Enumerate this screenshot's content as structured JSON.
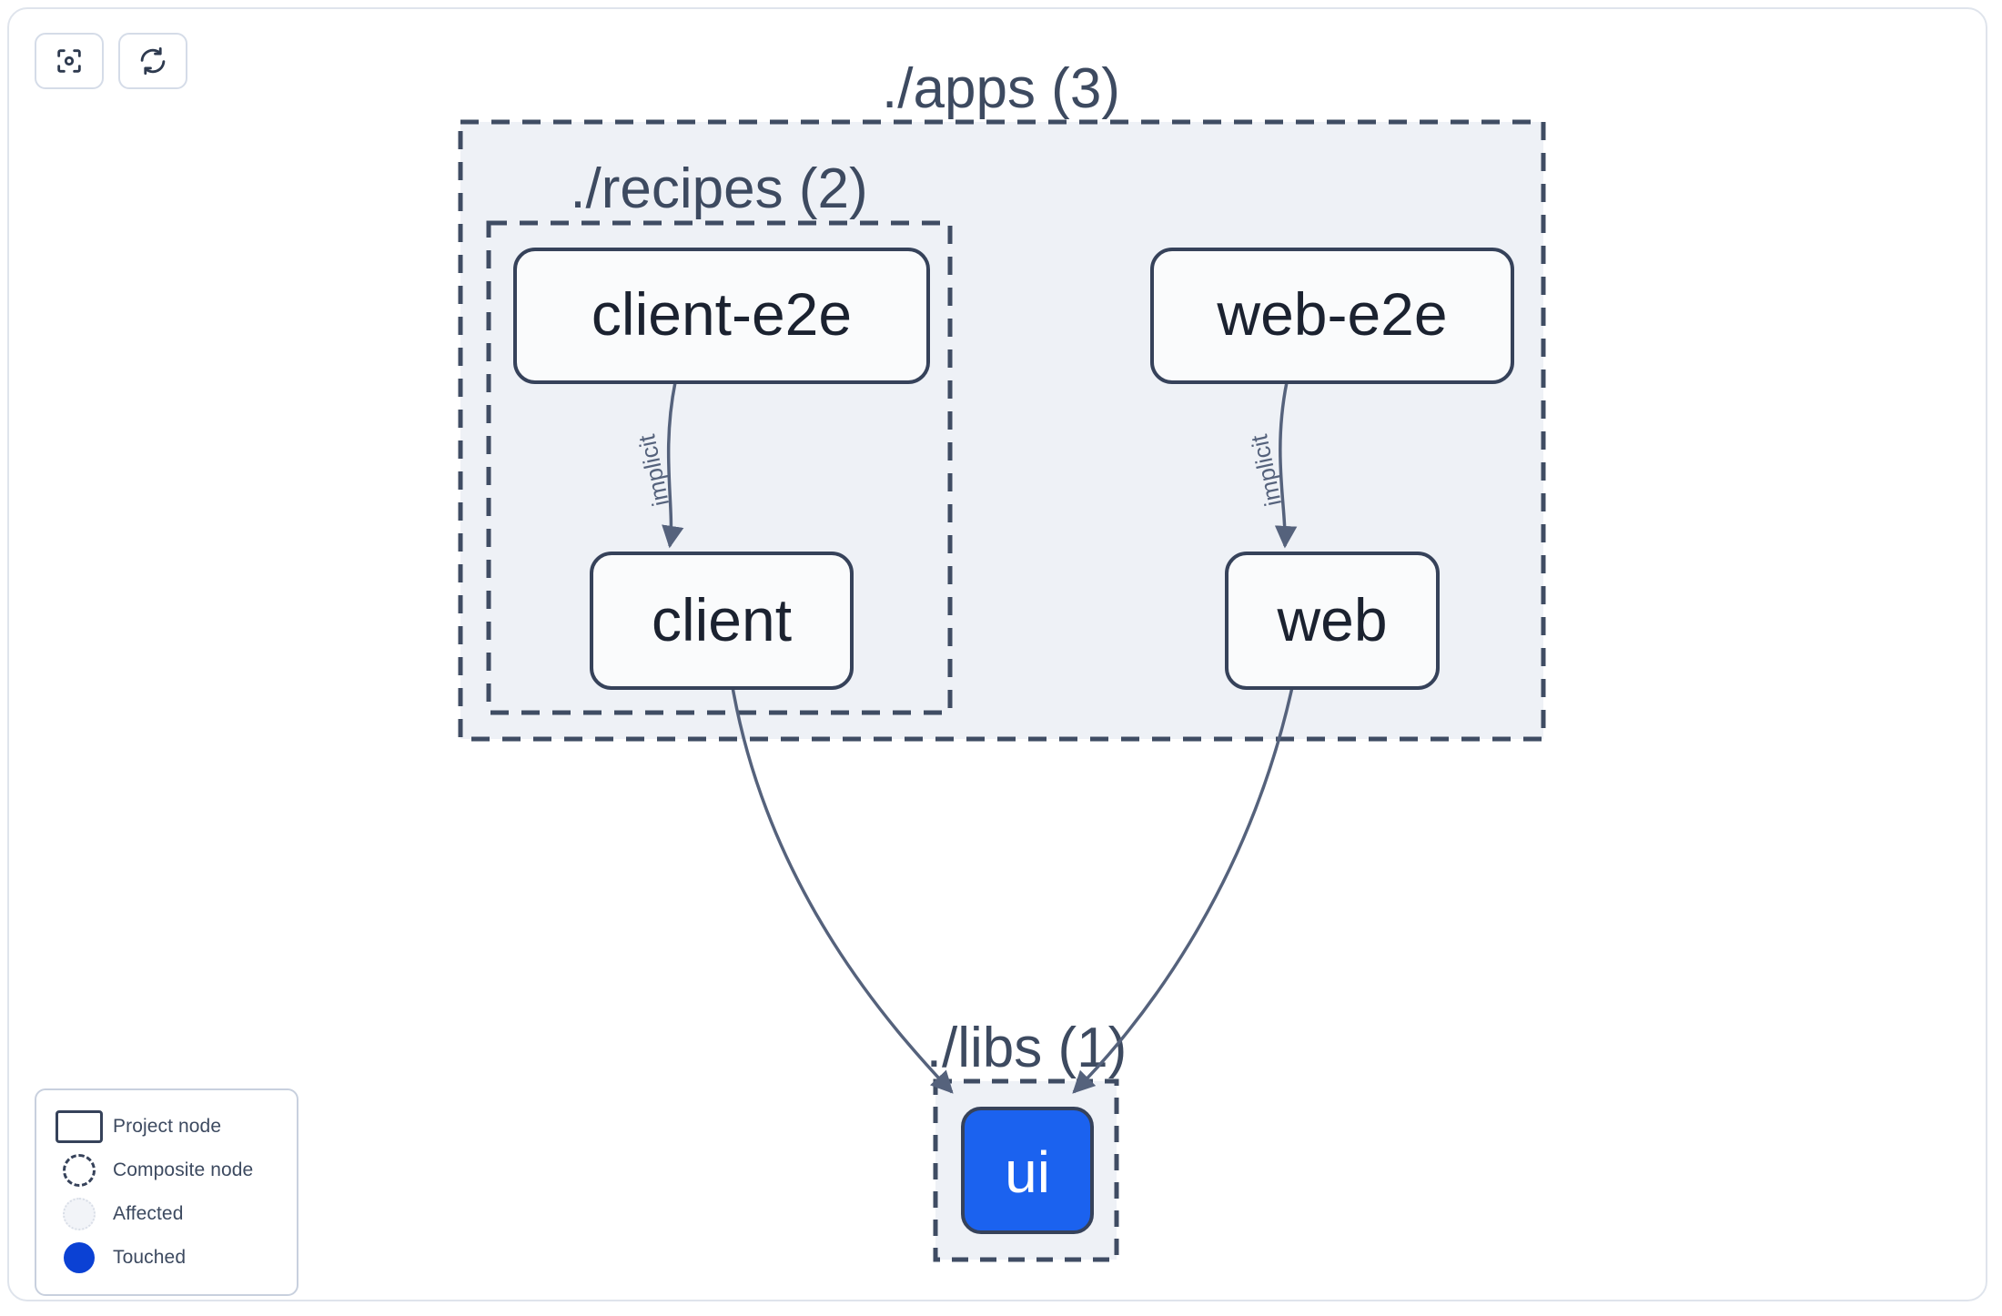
{
  "toolbar": {
    "buttons": [
      {
        "name": "focus-graph-button",
        "icon": "focus-target-icon",
        "title": "Focus graph"
      },
      {
        "name": "refresh-graph-button",
        "icon": "refresh-icon",
        "title": "Refresh graph"
      }
    ]
  },
  "legend": {
    "items": [
      {
        "label": "Project node",
        "swatch": "rect-outline"
      },
      {
        "label": "Composite node",
        "swatch": "dashed-circle"
      },
      {
        "label": "Affected",
        "swatch": "dotted-circle-filled"
      },
      {
        "label": "Touched",
        "swatch": "solid-blue-circle"
      }
    ]
  },
  "graph": {
    "containers": [
      {
        "id": "apps",
        "label": "./apps (3)"
      },
      {
        "id": "recipes",
        "label": "./recipes (2)"
      },
      {
        "id": "libs",
        "label": "./libs (1)"
      }
    ],
    "nodes": [
      {
        "id": "client-e2e",
        "label": "client-e2e",
        "state": "normal"
      },
      {
        "id": "web-e2e",
        "label": "web-e2e",
        "state": "normal"
      },
      {
        "id": "client",
        "label": "client",
        "state": "normal"
      },
      {
        "id": "web",
        "label": "web",
        "state": "normal"
      },
      {
        "id": "ui",
        "label": "ui",
        "state": "touched"
      }
    ],
    "edges": [
      {
        "from": "client-e2e",
        "to": "client",
        "label": "implicit"
      },
      {
        "from": "web-e2e",
        "to": "web",
        "label": "implicit"
      },
      {
        "from": "client",
        "to": "ui",
        "label": ""
      },
      {
        "from": "web",
        "to": "ui",
        "label": ""
      }
    ]
  },
  "colors": {
    "node_border": "#36425a",
    "node_fill": "#fafbfc",
    "node_text": "#1b2230",
    "container_fill": "#eef1f6",
    "container_border": "#3f4c63",
    "container_label": "#3d4a60",
    "edge": "#55627c",
    "touched": "#1b62ef",
    "touched_legend": "#0b41d4",
    "frame_border": "#dfe4ec"
  }
}
